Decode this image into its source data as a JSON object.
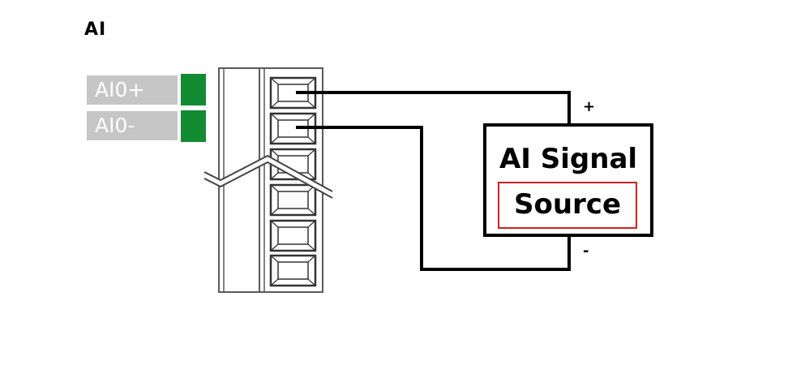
{
  "title": "AI",
  "terminals": [
    {
      "label": "AI0+",
      "indicator_color": "#128b32"
    },
    {
      "label": "AI0-",
      "indicator_color": "#128b32"
    }
  ],
  "signal_source": {
    "line1": "AI Signal",
    "line2": "Source"
  },
  "polarity": {
    "positive": "+",
    "negative": "-"
  },
  "colors": {
    "label_background": "#c6c6c7",
    "indicator": "#128b32",
    "wire": "#000000",
    "highlight_border": "#d0201f"
  }
}
